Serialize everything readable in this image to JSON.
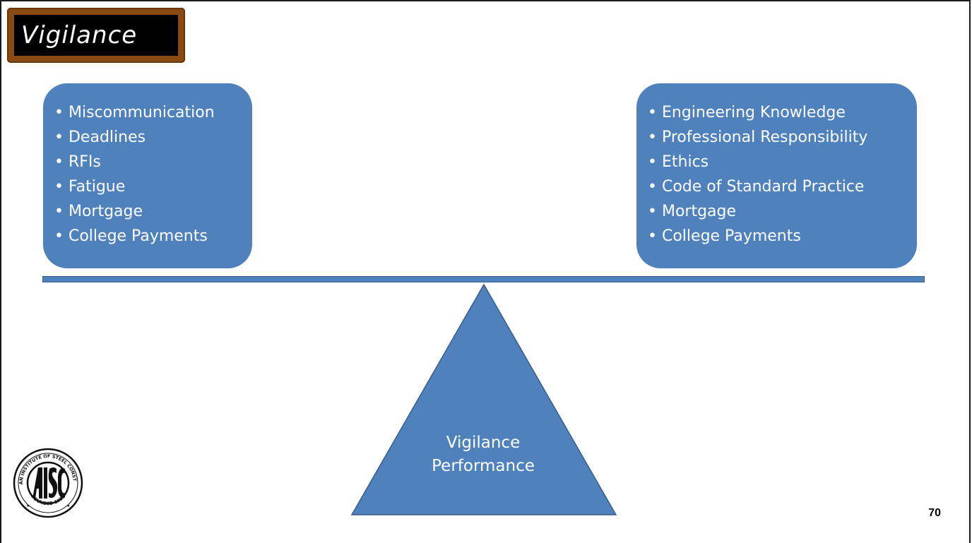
{
  "title": "Vigilance",
  "left_box": {
    "items": [
      "Miscommunication",
      "Deadlines",
      "RFIs",
      "Fatigue",
      "Mortgage",
      "College Payments"
    ]
  },
  "right_box": {
    "items": [
      "Engineering Knowledge",
      "Professional Responsibility",
      "Ethics",
      "Code of Standard Practice",
      "Mortgage",
      "College Payments"
    ]
  },
  "fulcrum": {
    "line1": "Vigilance",
    "line2": "Performance"
  },
  "logo": {
    "top_text": "AMERICAN INSTITUTE OF STEEL CONSTRUCTION",
    "bottom_text": "FOUNDED 1921",
    "monogram": "AISC"
  },
  "page_number": "70",
  "colors": {
    "box_fill": "#4f81bd",
    "box_stroke": "#385d8a",
    "title_frame": "#8a4a14",
    "title_bg": "#000000"
  }
}
